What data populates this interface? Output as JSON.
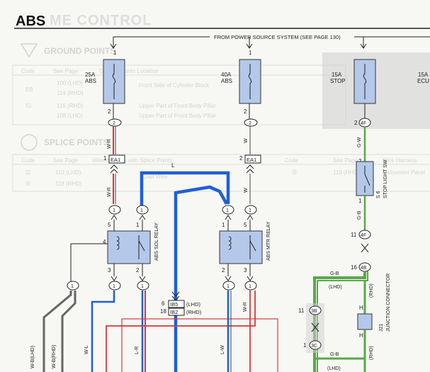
{
  "header": {
    "title": "ABS",
    "ghost_title": "ME CONTROL",
    "power_note": "FROM POWER SOURCE SYSTEM (SEE PAGE 130)"
  },
  "background_table": {
    "ground_header": "GROUND POINTS",
    "ground_columns": [
      "Code",
      "See Page",
      "Ground Points Location"
    ],
    "ground_rows": [
      [
        "EB",
        "100 (LHD)",
        "Front Side of Cylinder Block"
      ],
      [
        "",
        "114 (RHD)",
        ""
      ],
      [
        "IG",
        "116 (RHD)",
        "Upper Part of Front Body Pillar"
      ],
      [
        "",
        "108 (LHD)",
        "Upper Part of Front Body Pillar"
      ]
    ],
    "splice_header": "SPLICE POINTS",
    "splice_columns": [
      "Code",
      "See Page",
      "Wire Harness with Splice Points",
      "Code",
      "See Page",
      "Wire Harness"
    ],
    "splice_rows": [
      [
        "I2",
        "110 (LHD)",
        "Cowl Wire",
        "I9",
        "118 (RHD)",
        "Instrument Panel"
      ],
      [
        "I8",
        "118 (RHD)",
        "",
        "",
        "",
        ""
      ]
    ]
  },
  "fuses": [
    {
      "name": "25A\nABS",
      "line1": "25A",
      "line2": "ABS"
    },
    {
      "name": "40A ABS",
      "line1": "40A",
      "line2": "ABS"
    },
    {
      "name": "15A STOP",
      "line1": "15A",
      "line2": "STOP"
    },
    {
      "name": "15A ECU",
      "line1": "15A",
      "line2": "ECU"
    }
  ],
  "connectors": {
    "ea1": "EA1",
    "ib5": "IB5",
    "ib5_note": "(LHD)",
    "ib2": "IB2",
    "ib2_note": "(RHD)",
    "c4f": "4F",
    "c4b": "4B",
    "c3b": "3B",
    "c3c": "3C",
    "c1": "1",
    "c2": "2"
  },
  "relays": {
    "sol": "ABS SOL RELAY",
    "mtr": "ABS MTR RELAY"
  },
  "switch": {
    "code": "S 6",
    "name": "STOP LIGHT SW"
  },
  "junction": {
    "code": "J21",
    "name": "JUNCTION CONNECTOR",
    "pin": "H"
  },
  "wire_labels": {
    "w_r": "W-R",
    "w": "W",
    "l": "L",
    "w_l": "W-L",
    "l_r": "L-R",
    "l_w": "L-W",
    "g_w": "G-W",
    "g_b": "G-B",
    "w_b_lhd": "W-B(LHD)",
    "w_b_rhd": "W-B(RHD)"
  },
  "pins": {
    "p1": "1",
    "p2": "2",
    "p3": "3",
    "p4": "4",
    "p5": "5",
    "p6": "6",
    "p11": "11",
    "p16": "16",
    "p18": "18"
  },
  "notes": {
    "lhd": "(LHD)",
    "rhd": "(RHD)"
  },
  "colors": {
    "blue_wire": "#1f5fd6",
    "green_wire": "#5aa84a",
    "red_wire": "#d23a3a",
    "relay_fill": "#b4c8ea",
    "fuse_fill": "#b4c8ea"
  }
}
